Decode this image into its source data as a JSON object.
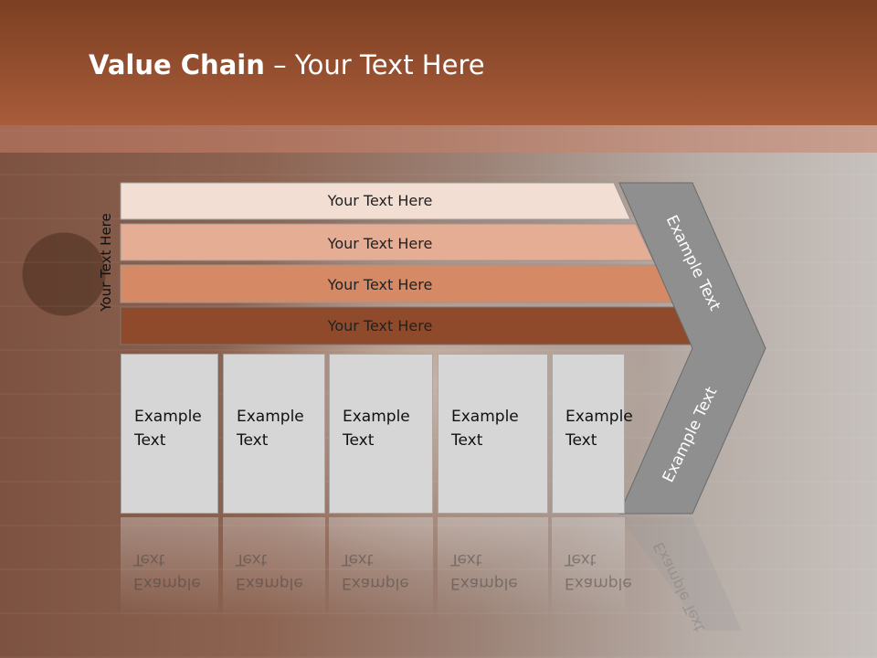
{
  "title": {
    "bold": "Value Chain",
    "rest": " – Your Text Here"
  },
  "vertical_label": "Your Text Here",
  "rows": [
    {
      "label": "Your Text Here",
      "color": "#f2ded3"
    },
    {
      "label": "Your Text Here",
      "color": "#e5ad93"
    },
    {
      "label": "Your Text Here",
      "color": "#d58965"
    },
    {
      "label": "Your Text Here",
      "color": "#8f4a2c"
    }
  ],
  "chevron": {
    "top_label": "Example Text",
    "bottom_label": "Example Text",
    "color": "#8f8f8f"
  },
  "boxes": [
    {
      "label": "Example\nText"
    },
    {
      "label": "Example\nText"
    },
    {
      "label": "Example\nText"
    },
    {
      "label": "Example\nText"
    },
    {
      "label": "Example\nText"
    }
  ]
}
